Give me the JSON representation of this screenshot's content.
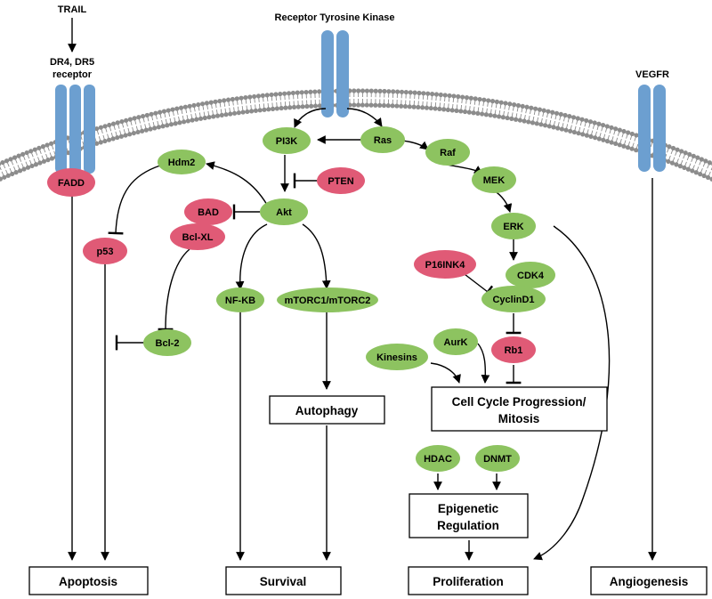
{
  "labels": {
    "trail": "TRAIL",
    "dr_line1": "DR4, DR5",
    "dr_line2": "receptor",
    "rtk": "Receptor Tyrosine Kinase",
    "vegfr": "VEGFR"
  },
  "nodes": {
    "fadd": "FADD",
    "hdm2": "Hdm2",
    "p53": "p53",
    "pi3k": "PI3K",
    "ras": "Ras",
    "raf": "Raf",
    "pten": "PTEN",
    "akt": "Akt",
    "bad": "BAD",
    "bclxl": "Bcl-XL",
    "mek": "MEK",
    "erk": "ERK",
    "nfkb": "NF-KB",
    "mtorc": "mTORC1/mTORC2",
    "bcl2": "Bcl-2",
    "p16": "P16INK4",
    "cdk4": "CDK4",
    "cyclind1": "CyclinD1",
    "aurk": "AurK",
    "kinesins": "Kinesins",
    "rb1": "Rb1",
    "hdac": "HDAC",
    "dnmt": "DNMT"
  },
  "boxes": {
    "autophagy": "Autophagy",
    "cell_cycle_line1": "Cell Cycle Progression/",
    "cell_cycle_line2": "Mitosis",
    "epigenetic_line1": "Epigenetic",
    "epigenetic_line2": "Regulation",
    "apoptosis": "Apoptosis",
    "survival": "Survival",
    "proliferation": "Proliferation",
    "angiogenesis": "Angiogenesis"
  },
  "colors": {
    "activator": "#8dc360",
    "inhibitor": "#e05a76",
    "receptor": "#6c9fd0",
    "membrane": "#8c8c8c"
  }
}
